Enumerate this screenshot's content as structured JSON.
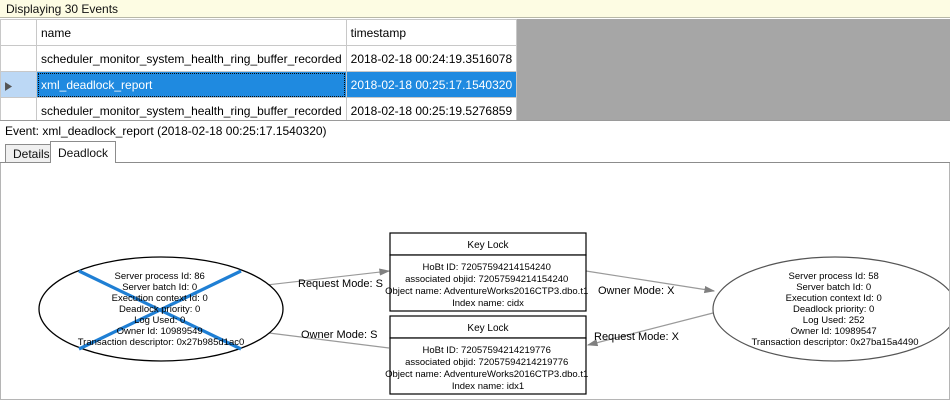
{
  "banner": {
    "text": "Displaying 30 Events"
  },
  "grid": {
    "columns": [
      "",
      "name",
      "timestamp"
    ],
    "row_marker": "▶",
    "rows": [
      {
        "marker": "",
        "name": "scheduler_monitor_system_health_ring_buffer_recorded",
        "timestamp": "2018-02-18 00:24:19.3516078",
        "selected": false
      },
      {
        "marker": "▶",
        "name": "xml_deadlock_report",
        "timestamp": "2018-02-18 00:25:17.1540320",
        "selected": true
      },
      {
        "marker": "",
        "name": "scheduler_monitor_system_health_ring_buffer_recorded",
        "timestamp": "2018-02-18 00:25:19.5276859",
        "selected": false
      }
    ]
  },
  "event_caption": {
    "text": "Event: xml_deadlock_report (2018-02-18 00:25:17.1540320)"
  },
  "tabs": [
    {
      "label": "Details",
      "active": false
    },
    {
      "label": "Deadlock",
      "active": true
    }
  ],
  "deadlock_graph": {
    "victim_process": {
      "lines": [
        "Server process Id: 86",
        "Server batch Id: 0",
        "Execution context Id: 0",
        "Deadlock priority: 0",
        "Log Used: 0",
        "Owner Id: 10989549",
        "Transaction descriptor: 0x27b985d1ac0"
      ],
      "is_victim": true,
      "victim_cross_color": "#1f7fd4"
    },
    "surviving_process": {
      "lines": [
        "Server process Id: 58",
        "Server batch Id: 0",
        "Execution context Id: 0",
        "Deadlock priority: 0",
        "Log Used: 252",
        "Owner Id: 10989547",
        "Transaction descriptor: 0x27ba15a4490"
      ],
      "is_victim": false
    },
    "resource_top": {
      "title": "Key Lock",
      "lines": [
        "HoBt ID: 72057594214154240",
        "associated objid: 72057594214154240",
        "Object name: AdventureWorks2016CTP3.dbo.t1",
        "Index name: cidx"
      ]
    },
    "resource_bottom": {
      "title": "Key Lock",
      "lines": [
        "HoBt ID: 72057594214219776",
        "associated objid: 72057594214219776",
        "Object name: AdventureWorks2016CTP3.dbo.t1",
        "Index name: idx1"
      ]
    },
    "edges": [
      {
        "id": "victim-request-top",
        "label": "Request Mode: S"
      },
      {
        "id": "top-owner-right",
        "label": "Owner Mode: X"
      },
      {
        "id": "bottom-owner-victim",
        "label": "Owner Mode: S"
      },
      {
        "id": "right-request-bottom",
        "label": "Request Mode: X"
      }
    ]
  }
}
